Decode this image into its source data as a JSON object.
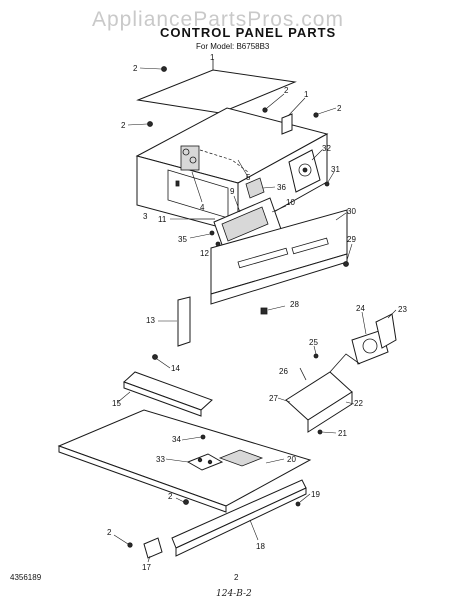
{
  "watermark": "AppliancePartsPros.com",
  "title": "CONTROL PANEL PARTS",
  "model": "For Model: B6758B3",
  "footer": {
    "doc_number": "4356189",
    "page_number": "2",
    "handwritten": "124-B-2"
  },
  "callouts": {
    "c1a": "1",
    "c1b": "1",
    "c2a": "2",
    "c2b": "2",
    "c2c": "2",
    "c2d": "2",
    "c2e": "2",
    "c2f": "2",
    "c3": "3",
    "c4": "4",
    "c5": "5",
    "c9": "9",
    "c10": "10",
    "c11": "11",
    "c12": "12",
    "c13": "13",
    "c14": "14",
    "c15": "15",
    "c17": "17",
    "c18": "18",
    "c19": "19",
    "c20": "20",
    "c21": "21",
    "c22": "22",
    "c23": "23",
    "c24": "24",
    "c25": "25",
    "c26": "26",
    "c27": "27",
    "c28": "28",
    "c29": "29",
    "c30": "30",
    "c31": "31",
    "c32": "32",
    "c33": "33",
    "c34": "34",
    "c35": "35",
    "c36": "36"
  }
}
